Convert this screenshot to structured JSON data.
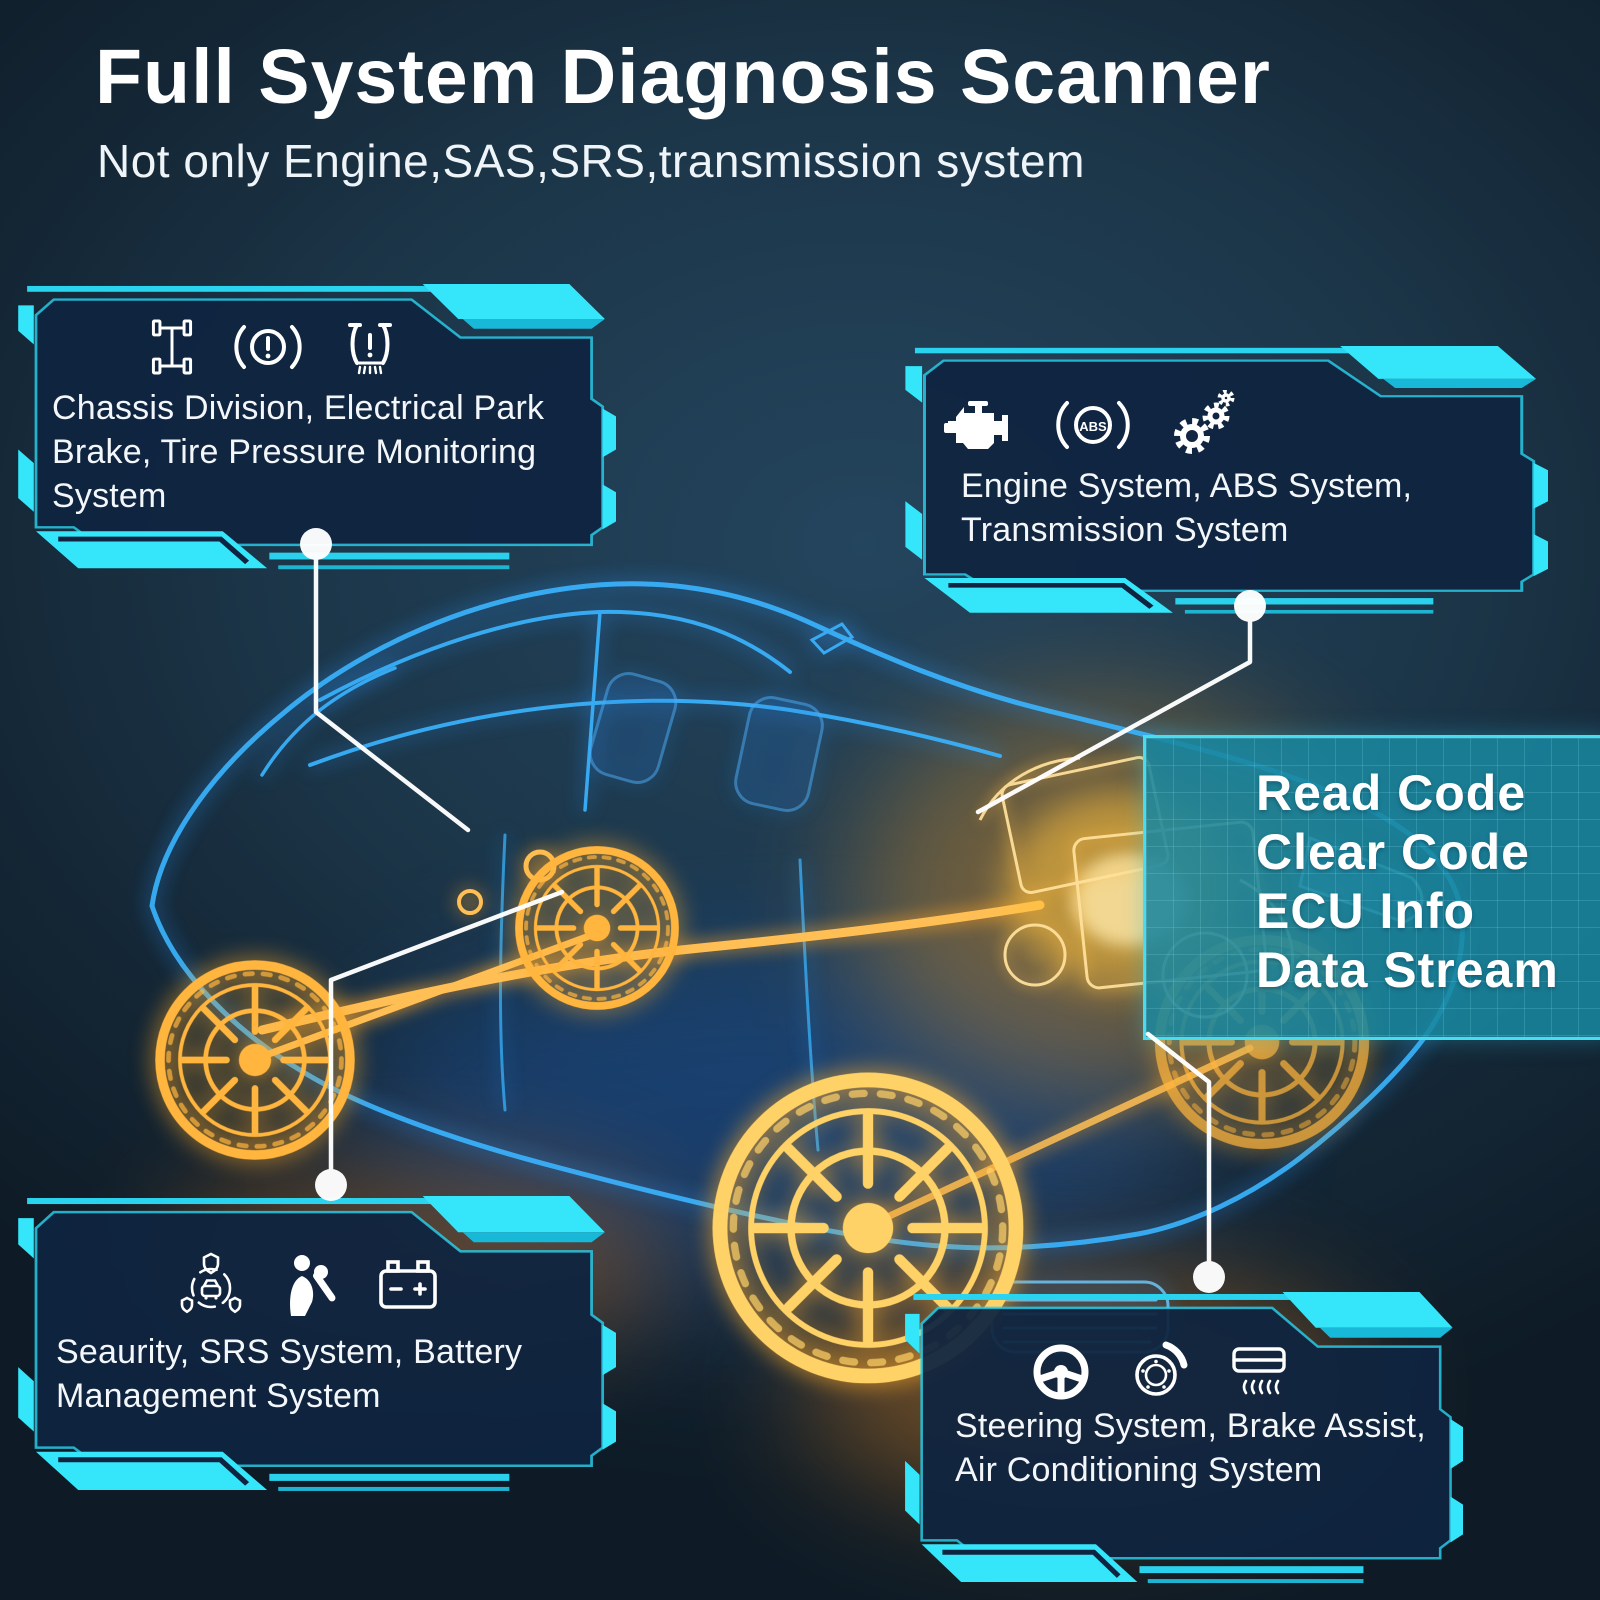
{
  "header": {
    "title": "Full System Diagnosis Scanner",
    "subtitle": "Not only Engine,SAS,SRS,transmission system"
  },
  "callouts": {
    "top_left": {
      "text": "Chassis Division, Electrical Park Brake, Tire Pressure Monitoring System",
      "icons": [
        "chassis-icon",
        "brake-warning-icon",
        "tire-pressure-icon"
      ]
    },
    "top_right": {
      "text": "Engine System, ABS System, Transmission System",
      "icons": [
        "check-engine-icon",
        "abs-icon",
        "gears-icon"
      ]
    },
    "bottom_left": {
      "text": "Seaurity, SRS System, Battery Management System",
      "icons": [
        "security-icon",
        "srs-airbag-icon",
        "battery-icon"
      ]
    },
    "bottom_right": {
      "text": "Steering System, Brake Assist, Air Conditioning System",
      "icons": [
        "steering-wheel-icon",
        "brake-disc-icon",
        "air-conditioning-icon"
      ]
    }
  },
  "feature_panel": {
    "lines": [
      "Read Code",
      "Clear Code",
      "ECU Info",
      "Data Stream"
    ]
  },
  "icon_labels": {
    "abs": "ABS"
  },
  "colors": {
    "background": "#1c3649",
    "accent_cyan": "#35e6fb",
    "accent_cyan_dark": "#18b8d8",
    "panel_navy": "#0f2440",
    "feature_teal": "#19869e",
    "feature_border": "#49dbee",
    "glow_orange": "#ffb53e",
    "glow_blue": "#2f9dff",
    "text": "#ffffff"
  }
}
